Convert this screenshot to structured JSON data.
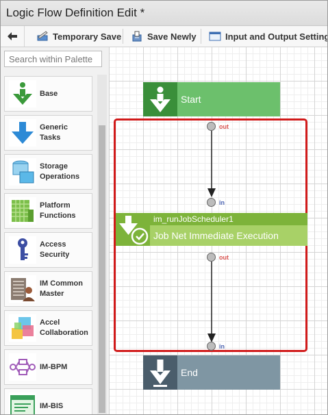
{
  "window": {
    "title": "Logic Flow Definition Edit  *"
  },
  "toolbar": {
    "back_icon": "arrow-left-icon",
    "temporary_save": "Temporary Save",
    "save_newly": "Save Newly",
    "io_settings": "Input and Output Settings"
  },
  "palette": {
    "search_placeholder": "Search within Palette",
    "items": [
      {
        "label": "Base",
        "icon": "base-down-arrow-icon"
      },
      {
        "label": "Generic\nTasks",
        "icon": "blue-down-arrow-icon"
      },
      {
        "label": "Storage\nOperations",
        "icon": "storage-icon"
      },
      {
        "label": "Platform\nFunctions",
        "icon": "grid-icon"
      },
      {
        "label": "Access\nSecurity",
        "icon": "key-icon"
      },
      {
        "label": "IM Common\nMaster",
        "icon": "building-user-icon"
      },
      {
        "label": "Accel\nCollaboration",
        "icon": "colored-squares-icon"
      },
      {
        "label": "IM-BPM",
        "icon": "process-flow-icon"
      },
      {
        "label": "IM-BIS",
        "icon": "window-icon"
      }
    ]
  },
  "flow": {
    "start_label": "Start",
    "end_label": "End",
    "task_id": "im_runJobScheduler1",
    "task_name": "Job Net Immediate Execution",
    "port_out": "out",
    "port_in": "in",
    "colors": {
      "start_dark": "#3a8f3a",
      "start_light": "#6cc06c",
      "task_dark": "#7db33a",
      "task_light": "#a8d167",
      "end_dark": "#4a5d6b",
      "end_light": "#7f96a3",
      "selection": "#d11a1a",
      "out_label": "#d9534f",
      "in_label": "#4a62b0"
    }
  }
}
